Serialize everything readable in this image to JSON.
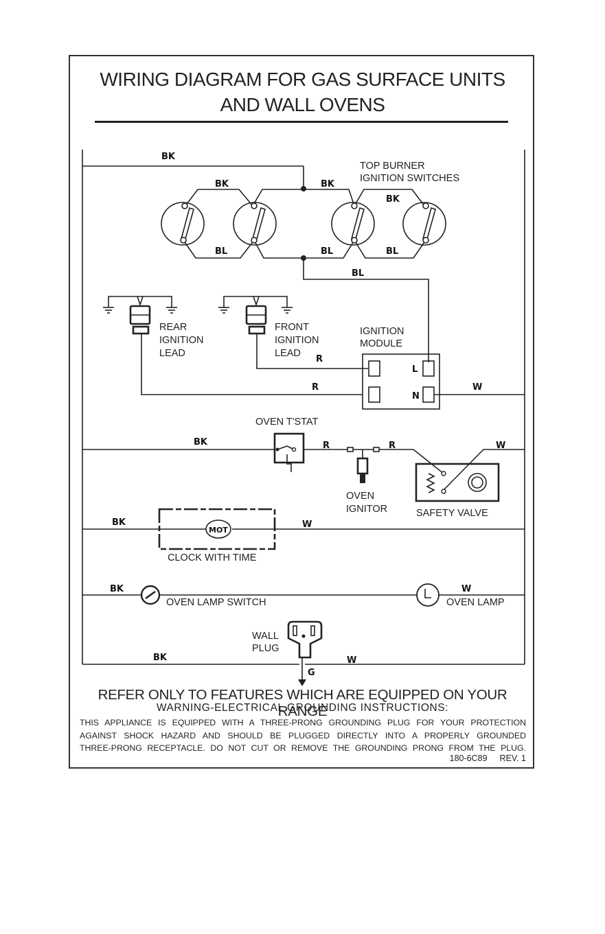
{
  "title": {
    "line1": "WIRING DIAGRAM FOR GAS SURFACE UNITS",
    "line2": "AND WALL OVENS"
  },
  "wire_codes": {
    "black": "BK",
    "blue": "BL",
    "red": "R",
    "white": "W",
    "ground": "G",
    "line": "L",
    "neutral": "N",
    "motor": "MOT"
  },
  "components": {
    "top_burner": [
      "TOP BURNER",
      "IGNITION SWITCHES"
    ],
    "rear_lead": [
      "REAR",
      "IGNITION",
      "LEAD"
    ],
    "front_lead": [
      "FRONT",
      "IGNITION",
      "LEAD"
    ],
    "module": [
      "IGNITION",
      "MODULE"
    ],
    "tstat": "OVEN T'STAT",
    "ignitor": [
      "OVEN",
      "IGNITOR"
    ],
    "safety_valve": "SAFETY VALVE",
    "clock": "CLOCK WITH TIME",
    "lamp_switch": "OVEN LAMP SWITCH",
    "lamp": "OVEN LAMP",
    "wall_plug": [
      "WALL",
      "PLUG"
    ]
  },
  "footer": {
    "refer": "REFER ONLY TO FEATURES WHICH ARE EQUIPPED ON YOUR RANGE",
    "warning": "WARNING-ELECTRICAL GROUNDING INSTRUCTIONS:",
    "body": [
      "THIS APPLIANCE IS EQUIPPED WITH A THREE-PRONG GROUNDING PLUG FOR YOUR PROTECTION",
      "AGAINST SHOCK HAZARD AND SHOULD BE PLUGGED DIRECTLY INTO A PROPERLY GROUNDED",
      "THREE-PRONG RECEPTACLE. DO NOT CUT OR REMOVE THE GROUNDING PRONG FROM THE PLUG."
    ],
    "part_number": "180-6C89",
    "revision": "REV.  1"
  }
}
